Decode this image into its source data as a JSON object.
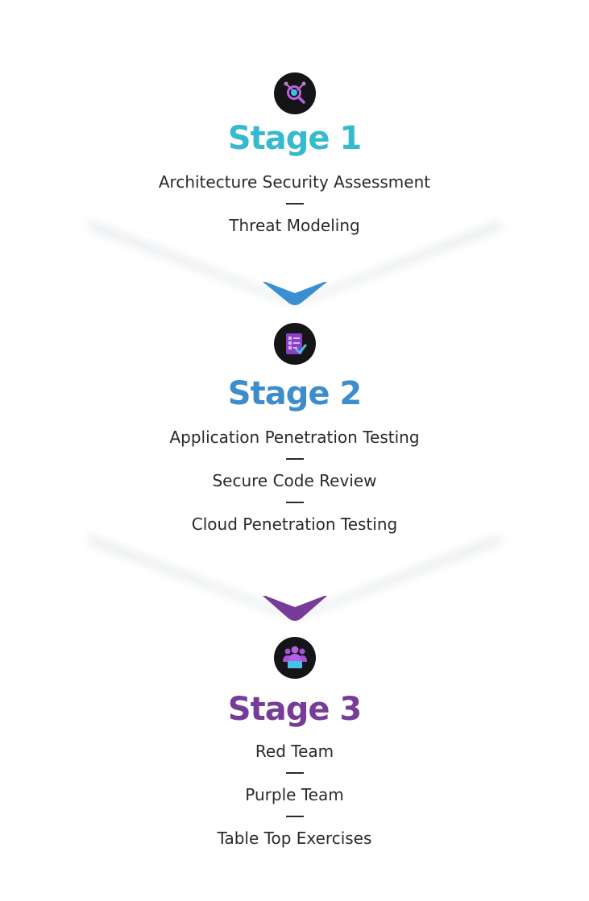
{
  "stages": [
    {
      "title": "Stage 1",
      "color": "#37b9cf",
      "icon": "magnifier-network-icon",
      "items": [
        "Architecture Security Assessment",
        "Threat Modeling"
      ]
    },
    {
      "title": "Stage 2",
      "color": "#3d8ccb",
      "icon": "checklist-icon",
      "items": [
        "Application Penetration Testing",
        "Secure Code Review",
        "Cloud Penetration Testing"
      ]
    },
    {
      "title": "Stage 3",
      "color": "#773c98",
      "icon": "team-meeting-icon",
      "items": [
        "Red Team",
        "Purple Team",
        "Table Top Exercises"
      ]
    }
  ],
  "connectors": [
    {
      "color": "#3a8fd0",
      "icon": "chevron-down-icon"
    },
    {
      "color": "#773c98",
      "icon": "chevron-down-icon"
    }
  ]
}
